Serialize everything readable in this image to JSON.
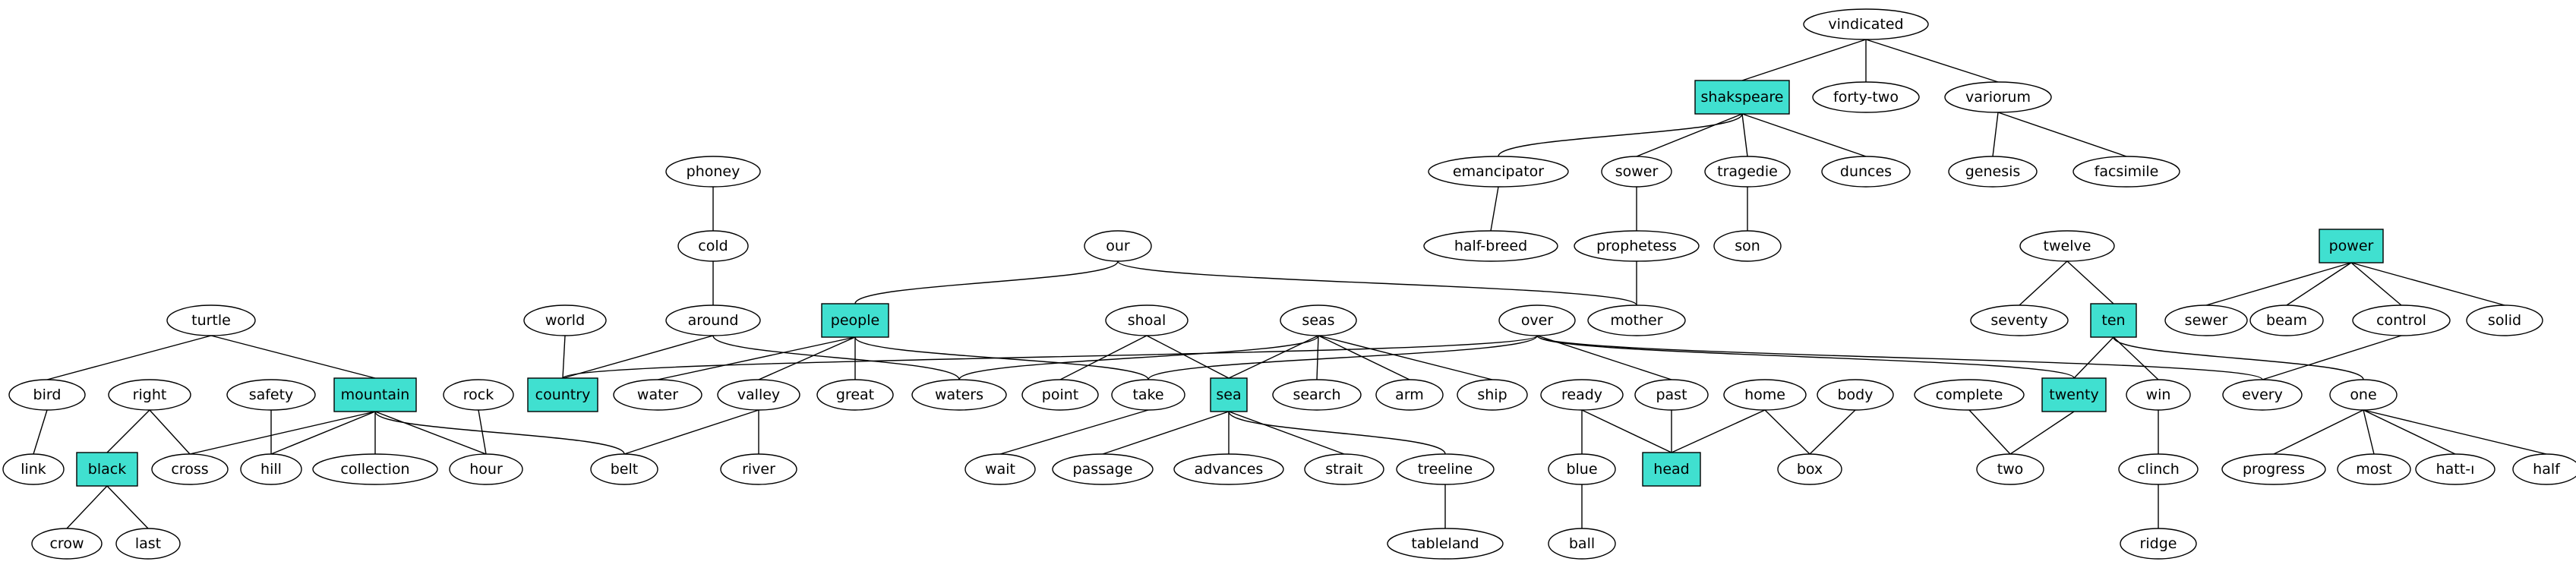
{
  "diagram": {
    "highlight_color": "#40e0d0",
    "node_border_color": "#000000",
    "edge_color": "#000000",
    "nodes": {
      "vindicated": {
        "label": "vindicated",
        "shape": "ellipse"
      },
      "shakspeare": {
        "label": "shakspeare",
        "shape": "box"
      },
      "forty_two": {
        "label": "forty-two",
        "shape": "ellipse"
      },
      "variorum": {
        "label": "variorum",
        "shape": "ellipse"
      },
      "emancipator": {
        "label": "emancipator",
        "shape": "ellipse"
      },
      "sower": {
        "label": "sower",
        "shape": "ellipse"
      },
      "tragedie": {
        "label": "tragedie",
        "shape": "ellipse"
      },
      "dunces": {
        "label": "dunces",
        "shape": "ellipse"
      },
      "genesis": {
        "label": "genesis",
        "shape": "ellipse"
      },
      "facsimile": {
        "label": "facsimile",
        "shape": "ellipse"
      },
      "phoney": {
        "label": "phoney",
        "shape": "ellipse"
      },
      "half_breed": {
        "label": "half-breed",
        "shape": "ellipse"
      },
      "prophetess": {
        "label": "prophetess",
        "shape": "ellipse"
      },
      "son": {
        "label": "son",
        "shape": "ellipse"
      },
      "cold": {
        "label": "cold",
        "shape": "ellipse"
      },
      "our": {
        "label": "our",
        "shape": "ellipse"
      },
      "twelve": {
        "label": "twelve",
        "shape": "ellipse"
      },
      "power": {
        "label": "power",
        "shape": "box"
      },
      "turtle": {
        "label": "turtle",
        "shape": "ellipse"
      },
      "world": {
        "label": "world",
        "shape": "ellipse"
      },
      "around": {
        "label": "around",
        "shape": "ellipse"
      },
      "people": {
        "label": "people",
        "shape": "box"
      },
      "shoal": {
        "label": "shoal",
        "shape": "ellipse"
      },
      "seas": {
        "label": "seas",
        "shape": "ellipse"
      },
      "over": {
        "label": "over",
        "shape": "ellipse"
      },
      "mother": {
        "label": "mother",
        "shape": "ellipse"
      },
      "seventy": {
        "label": "seventy",
        "shape": "ellipse"
      },
      "ten": {
        "label": "ten",
        "shape": "box"
      },
      "sewer": {
        "label": "sewer",
        "shape": "ellipse"
      },
      "beam": {
        "label": "beam",
        "shape": "ellipse"
      },
      "control": {
        "label": "control",
        "shape": "ellipse"
      },
      "solid": {
        "label": "solid",
        "shape": "ellipse"
      },
      "bird": {
        "label": "bird",
        "shape": "ellipse"
      },
      "right": {
        "label": "right",
        "shape": "ellipse"
      },
      "safety": {
        "label": "safety",
        "shape": "ellipse"
      },
      "mountain": {
        "label": "mountain",
        "shape": "box"
      },
      "rock": {
        "label": "rock",
        "shape": "ellipse"
      },
      "country": {
        "label": "country",
        "shape": "box"
      },
      "water": {
        "label": "water",
        "shape": "ellipse"
      },
      "valley": {
        "label": "valley",
        "shape": "ellipse"
      },
      "great": {
        "label": "great",
        "shape": "ellipse"
      },
      "waters": {
        "label": "waters",
        "shape": "ellipse"
      },
      "point": {
        "label": "point",
        "shape": "ellipse"
      },
      "take": {
        "label": "take",
        "shape": "ellipse"
      },
      "sea": {
        "label": "sea",
        "shape": "box"
      },
      "search": {
        "label": "search",
        "shape": "ellipse"
      },
      "arm": {
        "label": "arm",
        "shape": "ellipse"
      },
      "ship": {
        "label": "ship",
        "shape": "ellipse"
      },
      "ready": {
        "label": "ready",
        "shape": "ellipse"
      },
      "past": {
        "label": "past",
        "shape": "ellipse"
      },
      "home": {
        "label": "home",
        "shape": "ellipse"
      },
      "body": {
        "label": "body",
        "shape": "ellipse"
      },
      "complete": {
        "label": "complete",
        "shape": "ellipse"
      },
      "twenty": {
        "label": "twenty",
        "shape": "box"
      },
      "win": {
        "label": "win",
        "shape": "ellipse"
      },
      "every": {
        "label": "every",
        "shape": "ellipse"
      },
      "one": {
        "label": "one",
        "shape": "ellipse"
      },
      "link": {
        "label": "link",
        "shape": "ellipse"
      },
      "black": {
        "label": "black",
        "shape": "box"
      },
      "cross": {
        "label": "cross",
        "shape": "ellipse"
      },
      "hill": {
        "label": "hill",
        "shape": "ellipse"
      },
      "collection": {
        "label": "collection",
        "shape": "ellipse"
      },
      "hour": {
        "label": "hour",
        "shape": "ellipse"
      },
      "belt": {
        "label": "belt",
        "shape": "ellipse"
      },
      "river": {
        "label": "river",
        "shape": "ellipse"
      },
      "wait": {
        "label": "wait",
        "shape": "ellipse"
      },
      "passage": {
        "label": "passage",
        "shape": "ellipse"
      },
      "advances": {
        "label": "advances",
        "shape": "ellipse"
      },
      "strait": {
        "label": "strait",
        "shape": "ellipse"
      },
      "treeline": {
        "label": "treeline",
        "shape": "ellipse"
      },
      "blue": {
        "label": "blue",
        "shape": "ellipse"
      },
      "head": {
        "label": "head",
        "shape": "box"
      },
      "box": {
        "label": "box",
        "shape": "ellipse"
      },
      "two": {
        "label": "two",
        "shape": "ellipse"
      },
      "clinch": {
        "label": "clinch",
        "shape": "ellipse"
      },
      "progress": {
        "label": "progress",
        "shape": "ellipse"
      },
      "most": {
        "label": "most",
        "shape": "ellipse"
      },
      "hatt": {
        "label": "hatt-ı",
        "shape": "ellipse"
      },
      "half": {
        "label": "half",
        "shape": "ellipse"
      },
      "crow": {
        "label": "crow",
        "shape": "ellipse"
      },
      "last": {
        "label": "last",
        "shape": "ellipse"
      },
      "tableland": {
        "label": "tableland",
        "shape": "ellipse"
      },
      "ball": {
        "label": "ball",
        "shape": "ellipse"
      },
      "ridge": {
        "label": "ridge",
        "shape": "ellipse"
      }
    },
    "edges": [
      [
        "vindicated",
        "shakspeare"
      ],
      [
        "vindicated",
        "forty_two"
      ],
      [
        "vindicated",
        "variorum"
      ],
      [
        "shakspeare",
        "emancipator"
      ],
      [
        "shakspeare",
        "sower"
      ],
      [
        "shakspeare",
        "tragedie"
      ],
      [
        "shakspeare",
        "dunces"
      ],
      [
        "variorum",
        "genesis"
      ],
      [
        "variorum",
        "facsimile"
      ],
      [
        "emancipator",
        "half_breed"
      ],
      [
        "sower",
        "prophetess"
      ],
      [
        "tragedie",
        "son"
      ],
      [
        "prophetess",
        "mother"
      ],
      [
        "phoney",
        "cold"
      ],
      [
        "cold",
        "around"
      ],
      [
        "our",
        "people"
      ],
      [
        "our",
        "mother"
      ],
      [
        "twelve",
        "seventy"
      ],
      [
        "twelve",
        "ten"
      ],
      [
        "power",
        "sewer"
      ],
      [
        "power",
        "beam"
      ],
      [
        "power",
        "control"
      ],
      [
        "power",
        "solid"
      ],
      [
        "turtle",
        "bird"
      ],
      [
        "turtle",
        "mountain"
      ],
      [
        "world",
        "country"
      ],
      [
        "around",
        "country"
      ],
      [
        "around",
        "waters"
      ],
      [
        "people",
        "water"
      ],
      [
        "people",
        "valley"
      ],
      [
        "people",
        "great"
      ],
      [
        "people",
        "take"
      ],
      [
        "shoal",
        "point"
      ],
      [
        "shoal",
        "sea"
      ],
      [
        "seas",
        "waters"
      ],
      [
        "seas",
        "sea"
      ],
      [
        "seas",
        "search"
      ],
      [
        "seas",
        "arm"
      ],
      [
        "seas",
        "ship"
      ],
      [
        "over",
        "country"
      ],
      [
        "over",
        "take"
      ],
      [
        "over",
        "past"
      ],
      [
        "over",
        "twenty"
      ],
      [
        "over",
        "every"
      ],
      [
        "ten",
        "twenty"
      ],
      [
        "ten",
        "win"
      ],
      [
        "ten",
        "one"
      ],
      [
        "control",
        "every"
      ],
      [
        "bird",
        "link"
      ],
      [
        "right",
        "black"
      ],
      [
        "right",
        "cross"
      ],
      [
        "safety",
        "hill"
      ],
      [
        "mountain",
        "cross"
      ],
      [
        "mountain",
        "hill"
      ],
      [
        "mountain",
        "collection"
      ],
      [
        "mountain",
        "hour"
      ],
      [
        "mountain",
        "belt"
      ],
      [
        "rock",
        "hour"
      ],
      [
        "valley",
        "belt"
      ],
      [
        "valley",
        "river"
      ],
      [
        "take",
        "wait"
      ],
      [
        "sea",
        "passage"
      ],
      [
        "sea",
        "advances"
      ],
      [
        "sea",
        "strait"
      ],
      [
        "sea",
        "treeline"
      ],
      [
        "ready",
        "blue"
      ],
      [
        "ready",
        "head"
      ],
      [
        "past",
        "head"
      ],
      [
        "home",
        "head"
      ],
      [
        "home",
        "box"
      ],
      [
        "body",
        "box"
      ],
      [
        "complete",
        "two"
      ],
      [
        "twenty",
        "two"
      ],
      [
        "win",
        "clinch"
      ],
      [
        "one",
        "progress"
      ],
      [
        "one",
        "most"
      ],
      [
        "one",
        "hatt"
      ],
      [
        "one",
        "half"
      ],
      [
        "black",
        "crow"
      ],
      [
        "black",
        "last"
      ],
      [
        "treeline",
        "tableland"
      ],
      [
        "blue",
        "ball"
      ],
      [
        "clinch",
        "ridge"
      ]
    ]
  }
}
